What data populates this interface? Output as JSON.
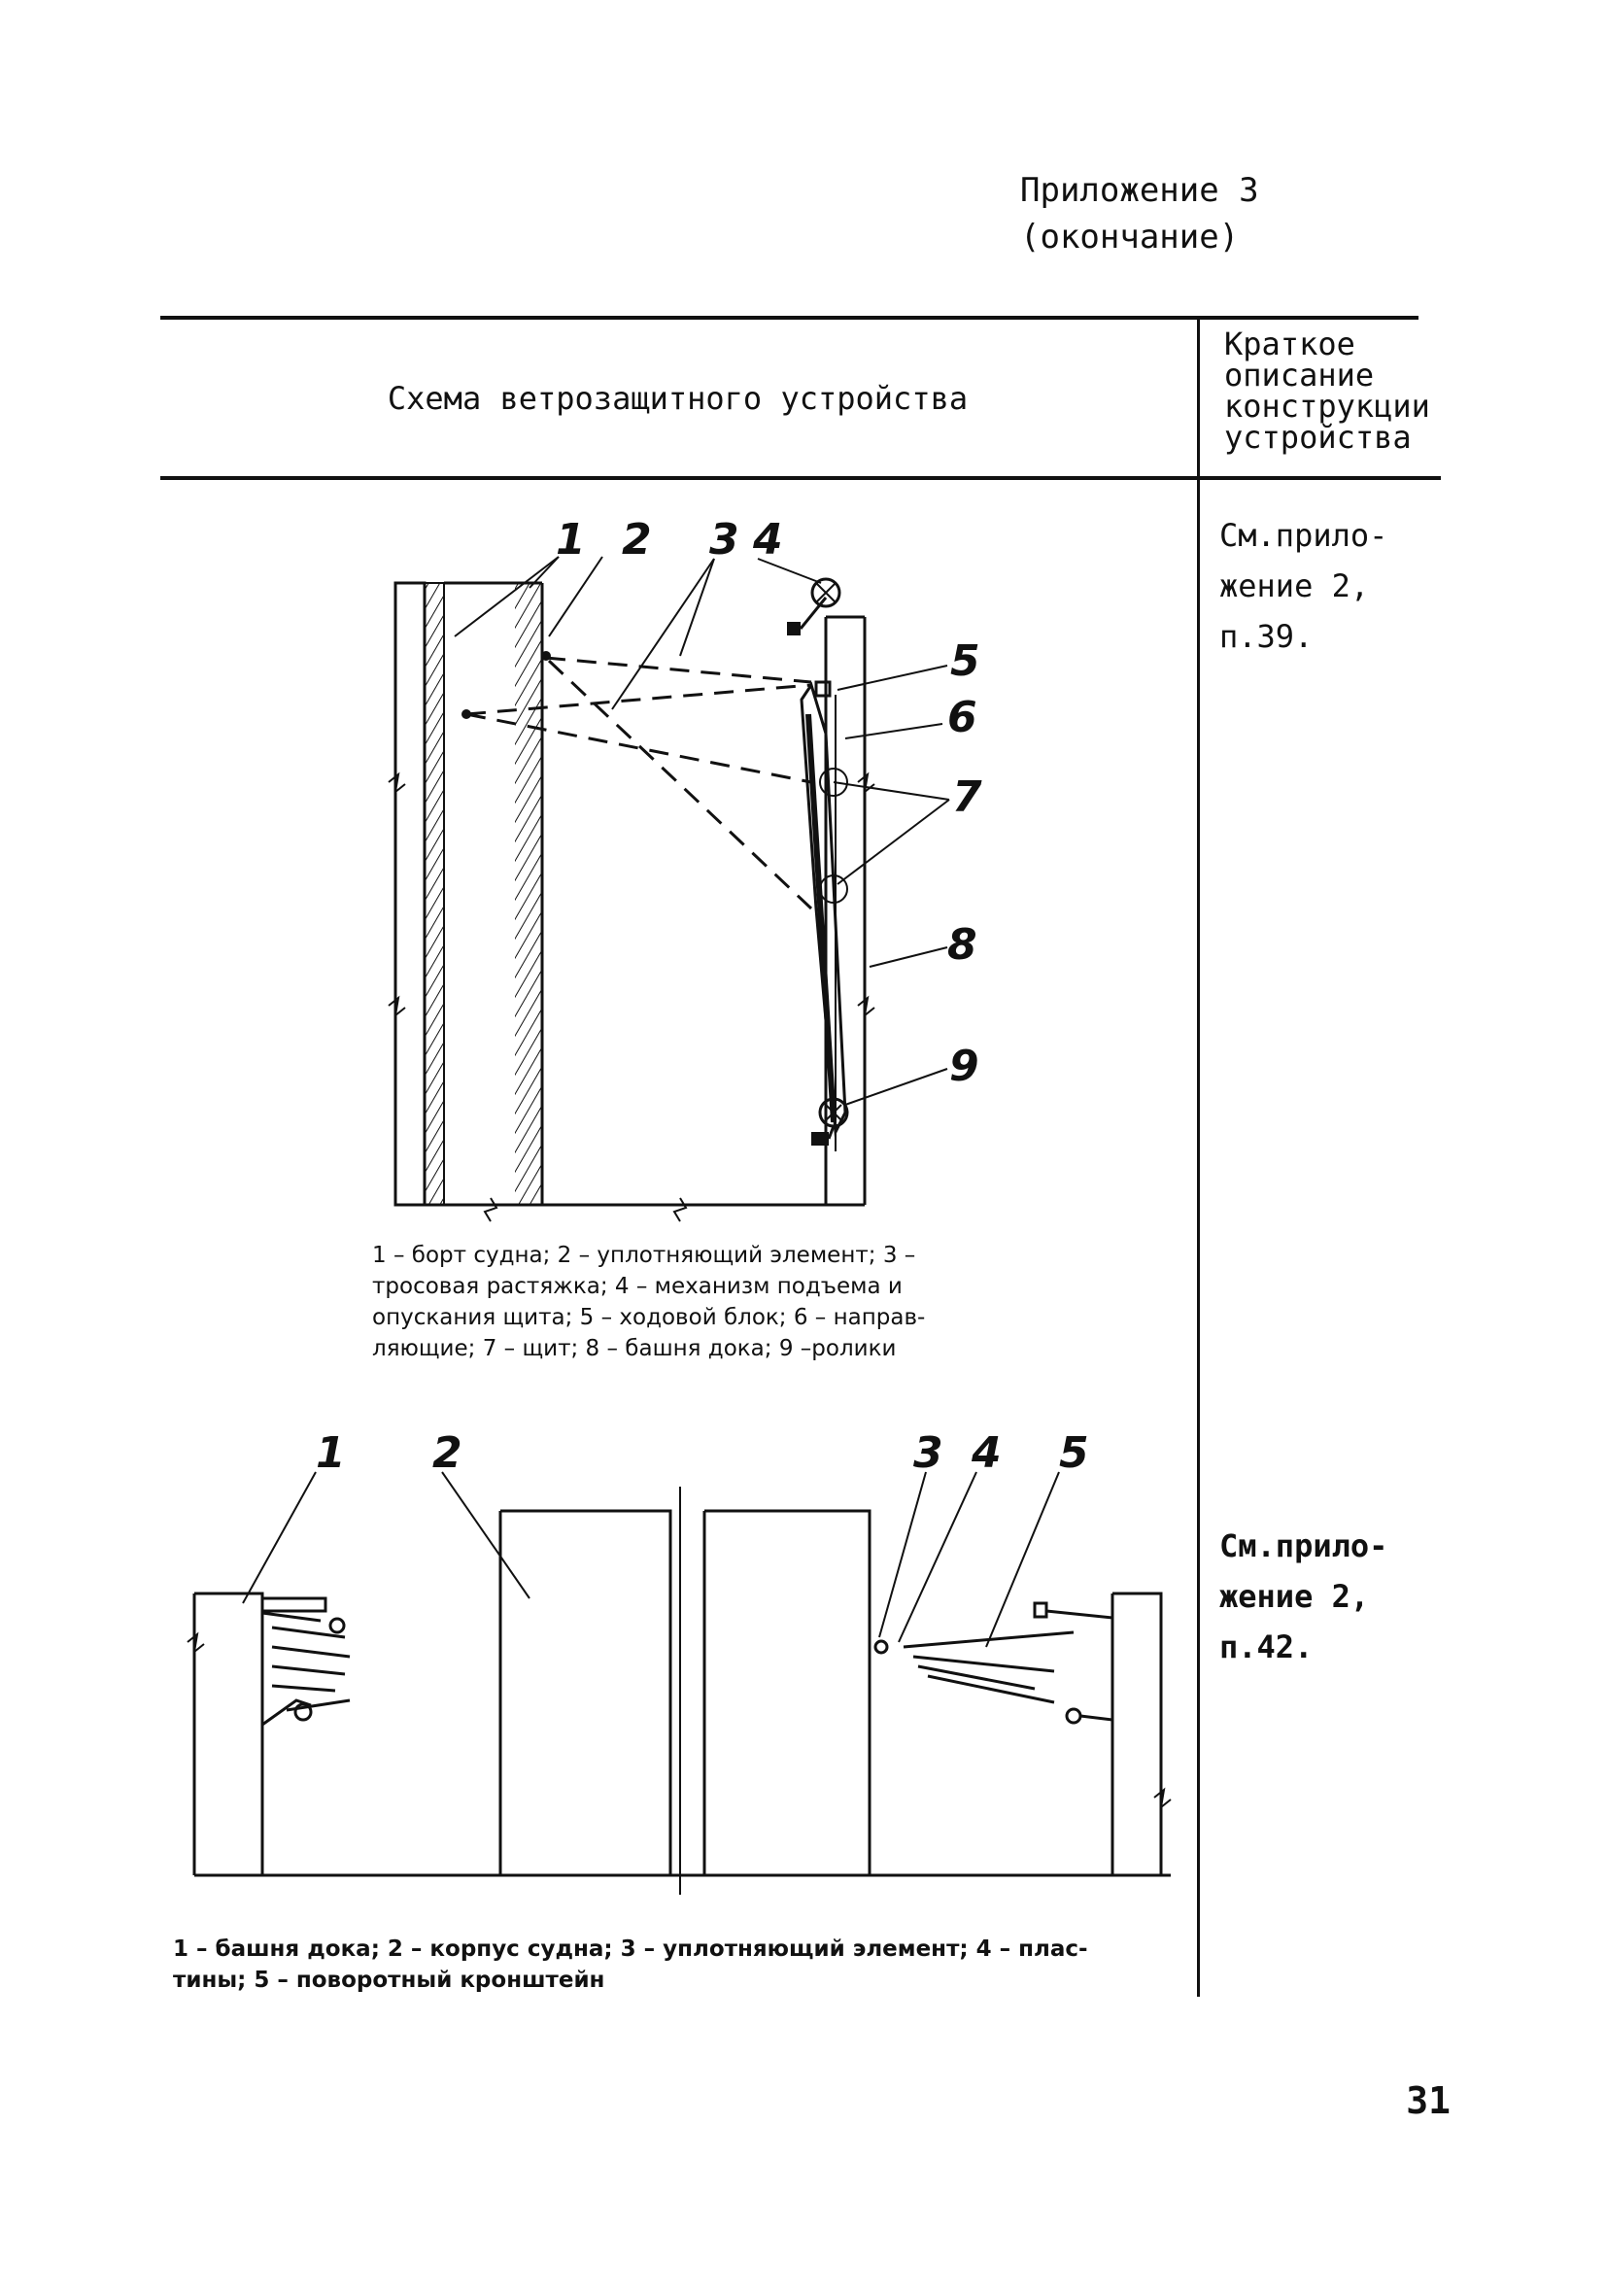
{
  "appendix": {
    "line1": "Приложение 3",
    "line2": "(окончание)"
  },
  "table": {
    "col1_header": "Схема ветрозащитного устройства",
    "col2_header": [
      "Краткое",
      "описание",
      "конструкции",
      "устройства"
    ]
  },
  "scheme1": {
    "labels": [
      "1",
      "2",
      "3",
      "4",
      "5",
      "6",
      "7",
      "8",
      "9"
    ],
    "caption": [
      "1 – борт судна; 2 – уплотняющий элемент; 3 –",
      "тросовая растяжка; 4 – механизм подъема и",
      "опускания щита; 5 – ходовой блок; 6 – направ-",
      "ляющие; 7 – щит; 8 – башня дока; 9 –ролики"
    ],
    "description": [
      "См.прило-",
      "жение 2,",
      "п.39."
    ]
  },
  "scheme2": {
    "labels": [
      "1",
      "2",
      "3",
      "4",
      "5"
    ],
    "caption": [
      "1 – башня дока; 2 – корпус судна; 3 – уплотняющий элемент; 4 – плас-",
      "тины; 5 – поворотный кронштейн"
    ],
    "description": [
      "См.прило-",
      "жение 2,",
      "п.42."
    ]
  },
  "page_number": "31"
}
